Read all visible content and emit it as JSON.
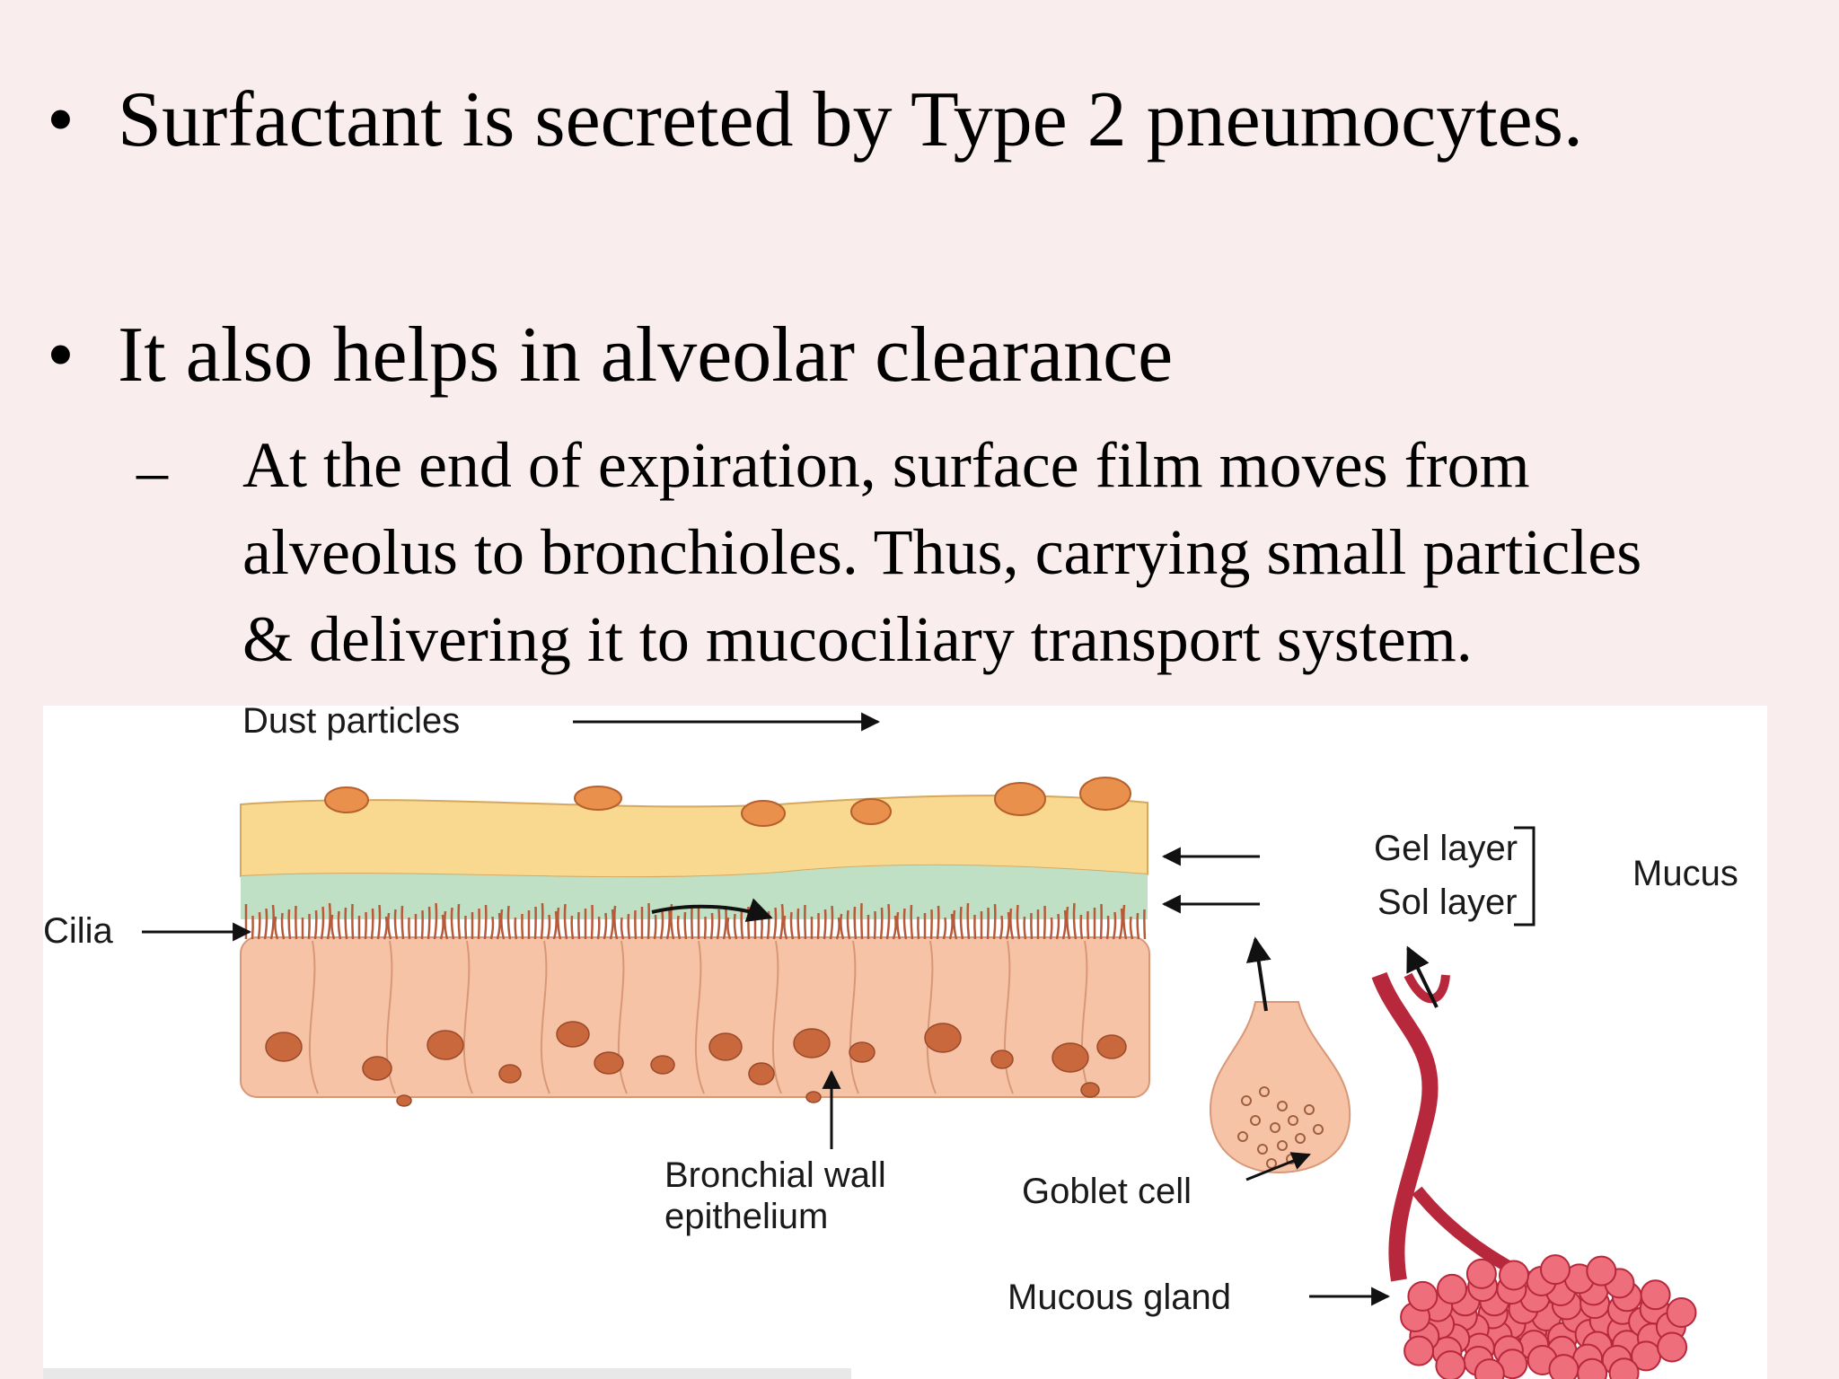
{
  "bullets": [
    {
      "symbol": "•",
      "text": "Surfactant is secreted by Type 2 pneumocytes."
    },
    {
      "symbol": "•",
      "text": "It also helps in alveolar clearance"
    }
  ],
  "sub_bullet": {
    "symbol": "–",
    "lines": [
      "At the end of expiration, surface film moves from",
      "alveolus to bronchioles. Thus, carrying small particles",
      "& delivering it to mucociliary transport system."
    ]
  },
  "diagram": {
    "labels": {
      "dust_particles": "Dust particles",
      "cilia": "Cilia",
      "gel_layer": "Gel layer",
      "sol_layer": "Sol layer",
      "mucus": "Mucus",
      "bronchial_wall_1": "Bronchial wall",
      "bronchial_wall_2": "epithelium",
      "goblet_cell": "Goblet cell",
      "mucous_gland": "Mucous gland"
    },
    "colors": {
      "gel_layer": "#f8d98f",
      "sol_layer": "#bfe0c4",
      "cilia": "#b85a3a",
      "epithelium": "#f6c3a7",
      "nucleus": "#c8683c",
      "dust": "#e8904c",
      "gland": "#e85a6c",
      "duct": "#b8283c"
    }
  }
}
